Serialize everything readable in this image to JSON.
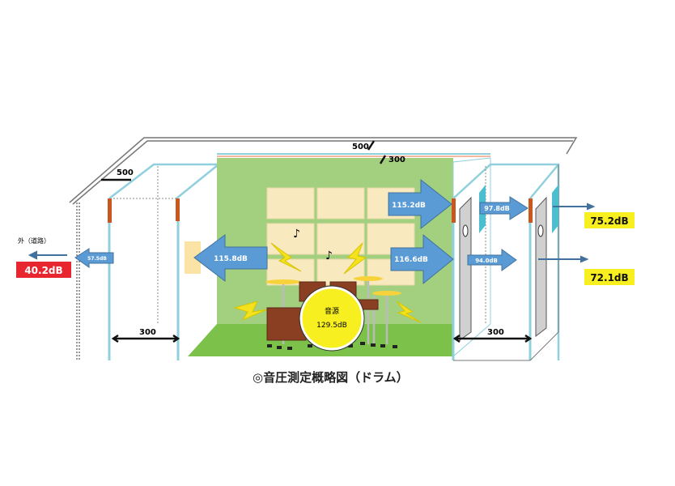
{
  "caption": "◎音圧測定概略図（ドラム）",
  "outside_label": "外（道路）",
  "dimensions": {
    "top_depth": "500",
    "top_wall": "300",
    "left_depth": "500",
    "left_width": "300",
    "right_width": "300"
  },
  "source": {
    "label": "音源",
    "level": "129.5dB"
  },
  "arrows": {
    "left_inner": "115.8dB",
    "left_outer": "57.5dB",
    "right_upper_inner": "115.2dB",
    "right_lower_inner": "116.6dB",
    "right_upper_mid": "97.8dB",
    "right_lower_mid": "94.0dB"
  },
  "results": {
    "outside_road": "40.2dB",
    "right_upper": "75.2dB",
    "right_lower": "72.1dB"
  },
  "colors": {
    "green_room": "#a3d07f",
    "floor": "#7cc24a",
    "arrow": "#5b9bd5",
    "red_badge": "#e8262f",
    "yellow_badge": "#f7ef1f"
  }
}
